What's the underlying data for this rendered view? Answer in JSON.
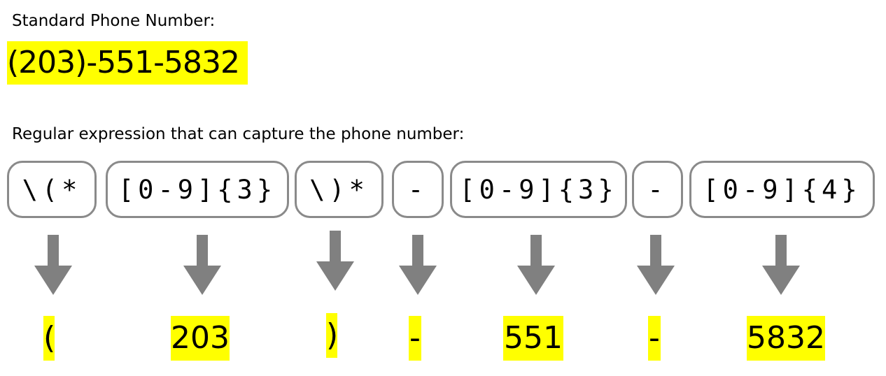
{
  "standard_label": "Standard Phone Number:",
  "phone_number": "(203)-551-5832",
  "regex_label": "Regular expression that can capture the phone number:",
  "tokens": [
    {
      "regex": "\\(*",
      "match": "("
    },
    {
      "regex": "[0-9]{3}",
      "match": "203"
    },
    {
      "regex": "\\)*",
      "match": ")"
    },
    {
      "regex": "-",
      "match": "-"
    },
    {
      "regex": "[0-9]{3}",
      "match": "551"
    },
    {
      "regex": "-",
      "match": "-"
    },
    {
      "regex": "[0-9]{4}",
      "match": "5832"
    }
  ],
  "colors": {
    "highlight": "#ffff00",
    "box_border": "#8a8a8a",
    "arrow": "#808080"
  }
}
